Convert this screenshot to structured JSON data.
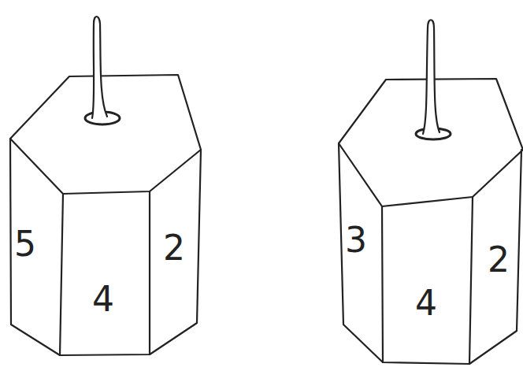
{
  "diagram": {
    "labels": [
      "5",
      "4",
      "2",
      "3",
      "4",
      "2"
    ]
  }
}
